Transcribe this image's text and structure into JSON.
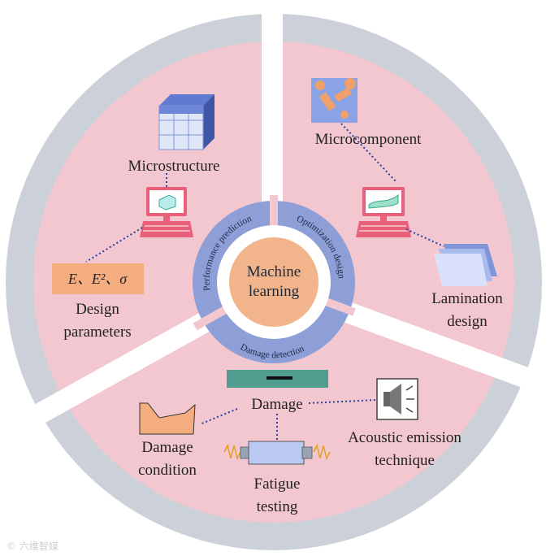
{
  "center": {
    "line1": "Machine",
    "line2": "learning"
  },
  "ring": {
    "performance": "Performance prediction",
    "optimization": "Optimization design",
    "damage": "Damage detection"
  },
  "labels": {
    "microstructure": "Microstructure",
    "microcomponent": "Microcomponent",
    "design_parameters_1": "Design",
    "design_parameters_2": "parameters",
    "lamination_1": "Lamination",
    "lamination_2": "design",
    "damage": "Damage",
    "damage_condition_1": "Damage",
    "damage_condition_2": "condition",
    "acoustic_1": "Acoustic emission",
    "acoustic_2": "technique",
    "fatigue_1": "Fatigue",
    "fatigue_2": "testing",
    "equation": "E、E²、σ"
  },
  "watermark": "© 六维智媒",
  "colors": {
    "outer_ring": "#ccd0d9",
    "sector": "#f2c7d0",
    "mid_ring": "#8d9fd6",
    "center": "#f2b48a",
    "param_box": "#f3ad7f",
    "dotted": "#2b3f9e"
  }
}
